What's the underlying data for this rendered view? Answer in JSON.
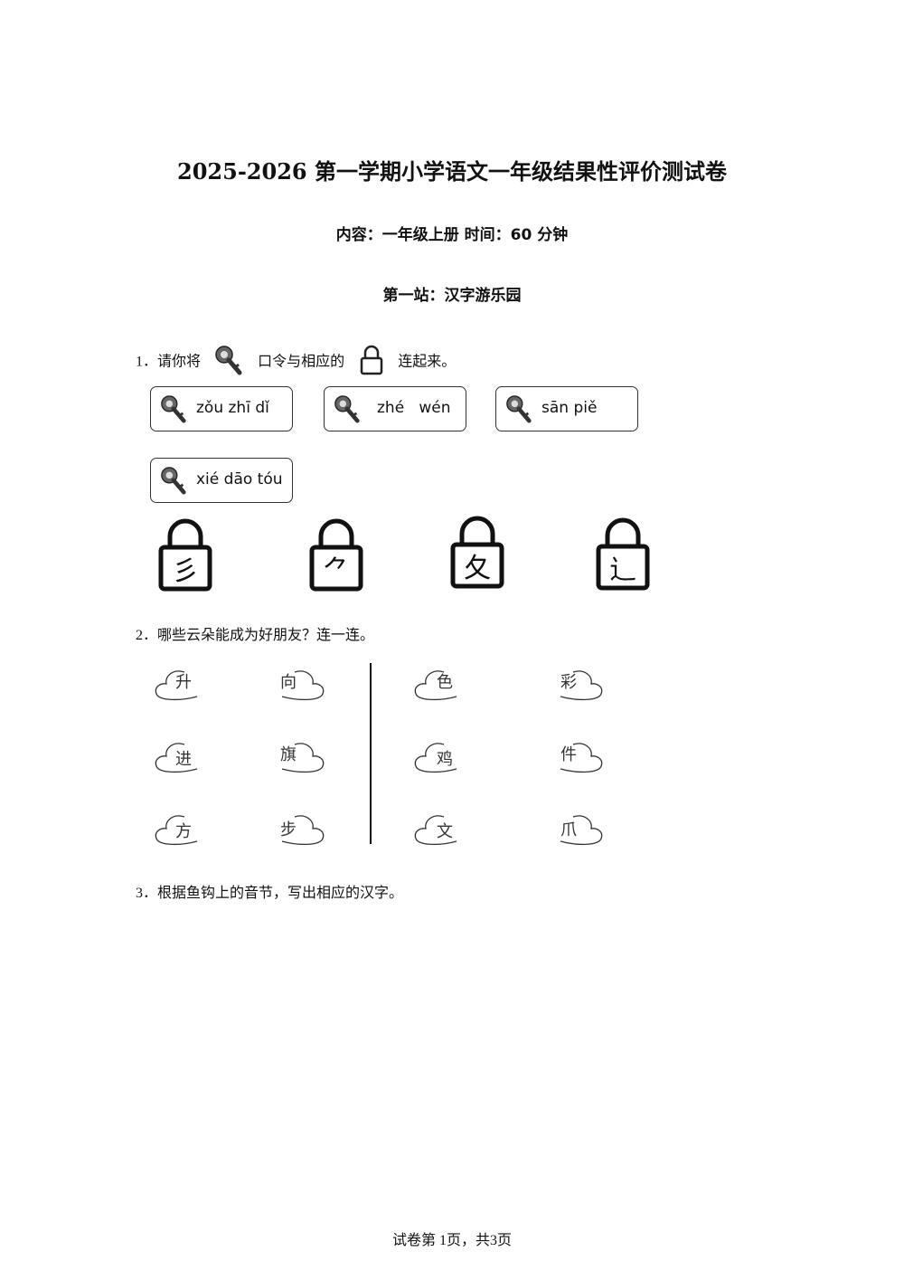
{
  "header": {
    "title": "2025-2026 第一学期小学语文一年级结果性评价测试卷",
    "subtitle": "内容：一年级上册  时间：60 分钟",
    "section": "第一站：汉字游乐园"
  },
  "q1": {
    "num": "1．",
    "text_a": "请你将",
    "text_b": "口令与相应的",
    "text_c": "连起来。",
    "keys": [
      "zǒu zhī dǐ",
      "zhé   wén",
      "sān piě",
      "xié dāo tóu"
    ],
    "locks": [
      "彡",
      "⺈",
      "夂",
      "辶"
    ]
  },
  "q2": {
    "num": "2．",
    "text": "哪些云朵能成为好朋友？连一连。",
    "left_group": {
      "a": [
        "升",
        "进",
        "方"
      ],
      "b": [
        "向",
        "旗",
        "步"
      ]
    },
    "right_group": {
      "a": [
        "色",
        "鸡",
        "文"
      ],
      "b": [
        "彩",
        "件",
        "爪"
      ]
    }
  },
  "q3": {
    "num": "3．",
    "text": "根据鱼钩上的音节，写出相应的汉字。"
  },
  "footer": {
    "text": "试卷第 1页，共3页"
  }
}
